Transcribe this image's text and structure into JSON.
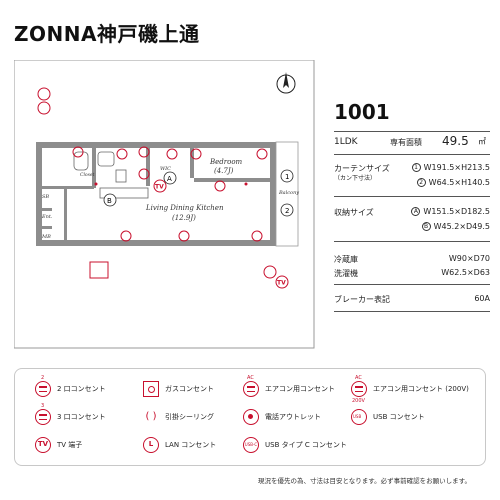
{
  "header": {
    "title": "ZONNA神戸磯上通"
  },
  "plan": {
    "rooms": {
      "bedroom": "Bedroom",
      "bedroom_size": "(4.7J)",
      "ldk": "Living Dining Kitchen",
      "ldk_size": "(12.9J)",
      "wic": "WIC",
      "balcony": "Balcony",
      "closet": "Closet",
      "sb": "SB",
      "ent": "Ent.",
      "mb": "MB"
    },
    "markers": {
      "a": "A",
      "b": "B",
      "one": "1",
      "two": "2",
      "tv": "TV"
    }
  },
  "info": {
    "unit_no": "1001",
    "layout_type": "1LDK",
    "area_label": "専有面積",
    "area_value": "49.5",
    "area_unit": "㎡",
    "curtain_label": "カーテンサイズ",
    "curtain_sub": "（カン下寸法）",
    "curtain_1_key": "1",
    "curtain_1": "W191.5×H213.5",
    "curtain_2_key": "2",
    "curtain_2": "W64.5×H140.5",
    "storage_label": "収納サイズ",
    "storage_a_key": "A",
    "storage_a": "W151.5×D182.5",
    "storage_b_key": "B",
    "storage_b": "W45.2×D49.5",
    "fridge_label": "冷蔵庫",
    "fridge": "W90×D70",
    "washer_label": "洗濯機",
    "washer": "W62.5×D63",
    "breaker_label": "ブレーカー表記",
    "breaker": "60A"
  },
  "legend": {
    "outlet2": "2 口コンセント",
    "gas": "ガスコンセント",
    "ac": "エアコン用コンセント",
    "ac200": "エアコン用コンセント (200V)",
    "outlet3": "3 口コンセント",
    "ceiling": "引掛シーリング",
    "phone": "電話アウトレット",
    "usb": "USB コンセント",
    "tv": "TV 端子",
    "lan": "LAN コンセント",
    "usbc": "USB タイプ C コンセント",
    "sup2": "2",
    "sup3": "3",
    "sup_ac": "AC",
    "sup_200v": "200V",
    "tv_text": "TV",
    "lan_text": "L",
    "usbc_text": "USB-C"
  },
  "footnote": "現況を優先の為、寸法は目安となります。必ず事前確認をお願いします。",
  "colors": {
    "accent": "#c8102e",
    "wall": "#8a8a8a",
    "text": "#222222"
  }
}
